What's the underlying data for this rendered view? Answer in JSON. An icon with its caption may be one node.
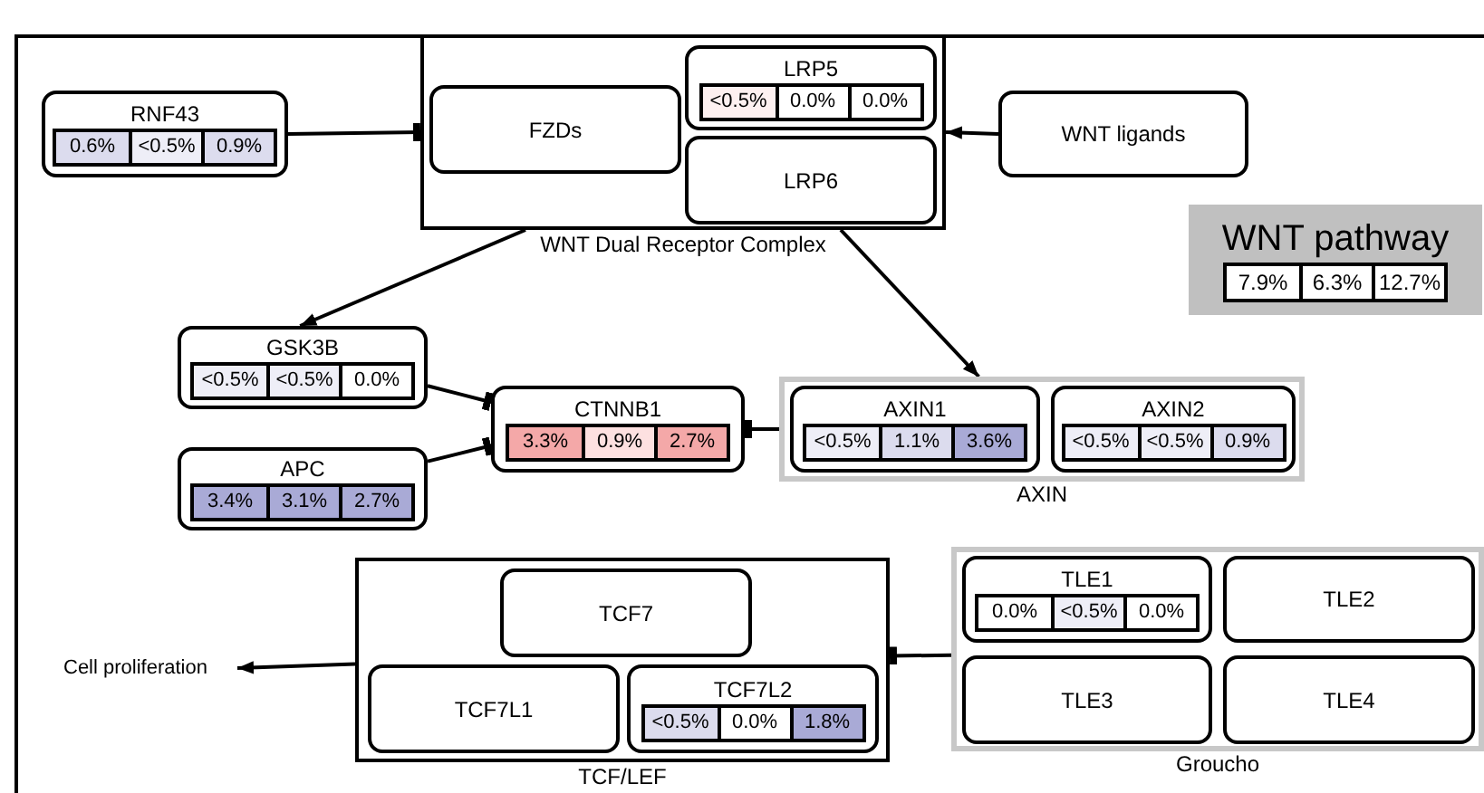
{
  "diagram": {
    "nodes": [
      {
        "text": [
          "WNT Dual Receptor Complex"
        ]
      },
      {
        "text": [
          "FZDs"
        ],
        "in": 0
      },
      {
        "text": [
          "LRP5",
          "<0.5%",
          "0.0%",
          "0.0%"
        ],
        "in": 0
      },
      {
        "text": [
          "LRP6"
        ],
        "in": 0
      },
      {
        "text": [
          "RNF43",
          "0.6%",
          "<0.5%",
          "0.9%"
        ]
      },
      {
        "text": [
          "WNT ligands"
        ]
      },
      {
        "text": [
          "WNT pathway",
          "7.9%",
          "6.3%",
          "12.7%"
        ]
      },
      {
        "text": [
          "GSK3B",
          "<0.5%",
          "<0.5%",
          "0.0%"
        ]
      },
      {
        "text": [
          "APC",
          "3.4%",
          "3.1%",
          "2.7%"
        ]
      },
      {
        "text": [
          "CTNNB1",
          "3.3%",
          "0.9%",
          "2.7%"
        ]
      },
      {
        "text": [
          "AXIN"
        ]
      },
      {
        "text": [
          "AXIN1",
          "<0.5%",
          "1.1%",
          "3.6%"
        ],
        "in": 10
      },
      {
        "text": [
          "AXIN2",
          "<0.5%",
          "<0.5%",
          "0.9%"
        ],
        "in": 10
      },
      {
        "text": [
          "TCF/LEF"
        ]
      },
      {
        "text": [
          "TCF7"
        ],
        "in": 13
      },
      {
        "text": [
          "TCF7L1"
        ],
        "in": 13
      },
      {
        "text": [
          "TCF7L2",
          "<0.5%",
          "0.0%",
          "1.8%"
        ],
        "in": 13
      },
      {
        "text": [
          "Groucho"
        ]
      },
      {
        "text": [
          "TLE1",
          "0.0%",
          "<0.5%",
          "0.0%"
        ],
        "in": 17
      },
      {
        "text": [
          "TLE2"
        ],
        "in": 17
      },
      {
        "text": [
          "TLE3"
        ],
        "in": 17
      },
      {
        "text": [
          "TLE4"
        ],
        "in": 17
      },
      {
        "text": [
          "Cell proliferation"
        ]
      }
    ],
    "edges": [
      {
        "from": 4,
        "to": 0,
        "arrow": "other"
      },
      {
        "from": 5,
        "to": 0,
        "arrow": "to"
      },
      {
        "from": 0,
        "to": 7,
        "arrow": "to"
      },
      {
        "from": 0,
        "to": 10,
        "arrow": "to"
      },
      {
        "from": 7,
        "to": 9,
        "arrow": "other"
      },
      {
        "from": 8,
        "to": 9,
        "arrow": "other"
      },
      {
        "from": 10,
        "to": 9,
        "arrow": "other"
      },
      {
        "from": 17,
        "to": 13,
        "arrow": "other"
      },
      {
        "from": 13,
        "to": 22,
        "arrow": "to"
      }
    ]
  }
}
